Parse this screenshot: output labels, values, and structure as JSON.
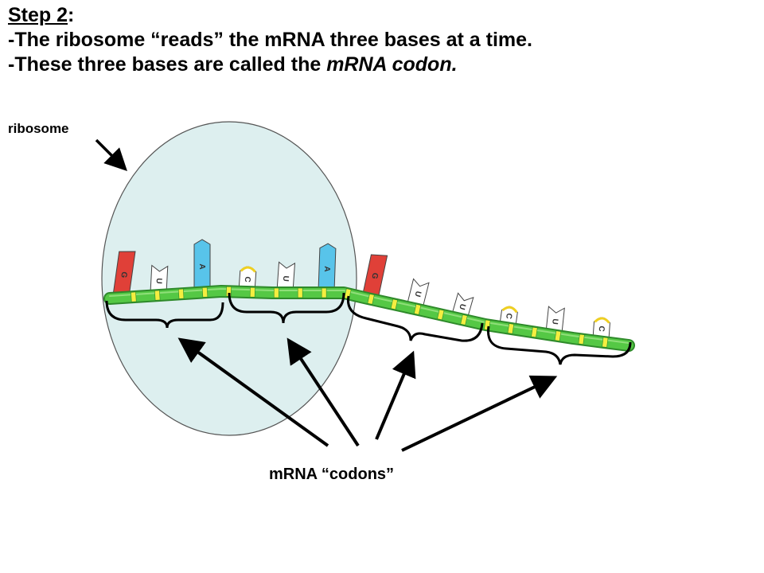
{
  "title": {
    "step_label": "Step 2",
    "step_suffix": ":",
    "line1": "-The ribosome “reads” the mRNA three bases at a time.",
    "line2_prefix": "-These three bases are called the ",
    "line2_italic": "mRNA codon."
  },
  "labels": {
    "ribosome": "ribosome",
    "codons": "mRNA “codons”"
  },
  "bases": [
    {
      "letter": "G",
      "shape": "G",
      "color": "#e04038"
    },
    {
      "letter": "U",
      "shape": "U",
      "color": "#ffffff"
    },
    {
      "letter": "A",
      "shape": "A",
      "color": "#58c4ea"
    },
    {
      "letter": "C",
      "shape": "C",
      "color": "#ffffff"
    },
    {
      "letter": "U",
      "shape": "U",
      "color": "#ffffff"
    },
    {
      "letter": "A",
      "shape": "A",
      "color": "#58c4ea"
    },
    {
      "letter": "G",
      "shape": "G",
      "color": "#e04038"
    },
    {
      "letter": "U",
      "shape": "U",
      "color": "#ffffff"
    },
    {
      "letter": "U",
      "shape": "U",
      "color": "#ffffff"
    },
    {
      "letter": "C",
      "shape": "C",
      "color": "#ffffff"
    },
    {
      "letter": "U",
      "shape": "U",
      "color": "#ffffff"
    },
    {
      "letter": "C",
      "shape": "C",
      "color": "#ffffff"
    }
  ],
  "colors": {
    "ribosome_fill": "#ddefef",
    "ribosome_stroke": "#555555",
    "backbone": "#55c845",
    "backbone_dark": "#2e8a2a",
    "sugar_stripe": "#f4ee40",
    "cytosine_trim": "#f0d020"
  }
}
